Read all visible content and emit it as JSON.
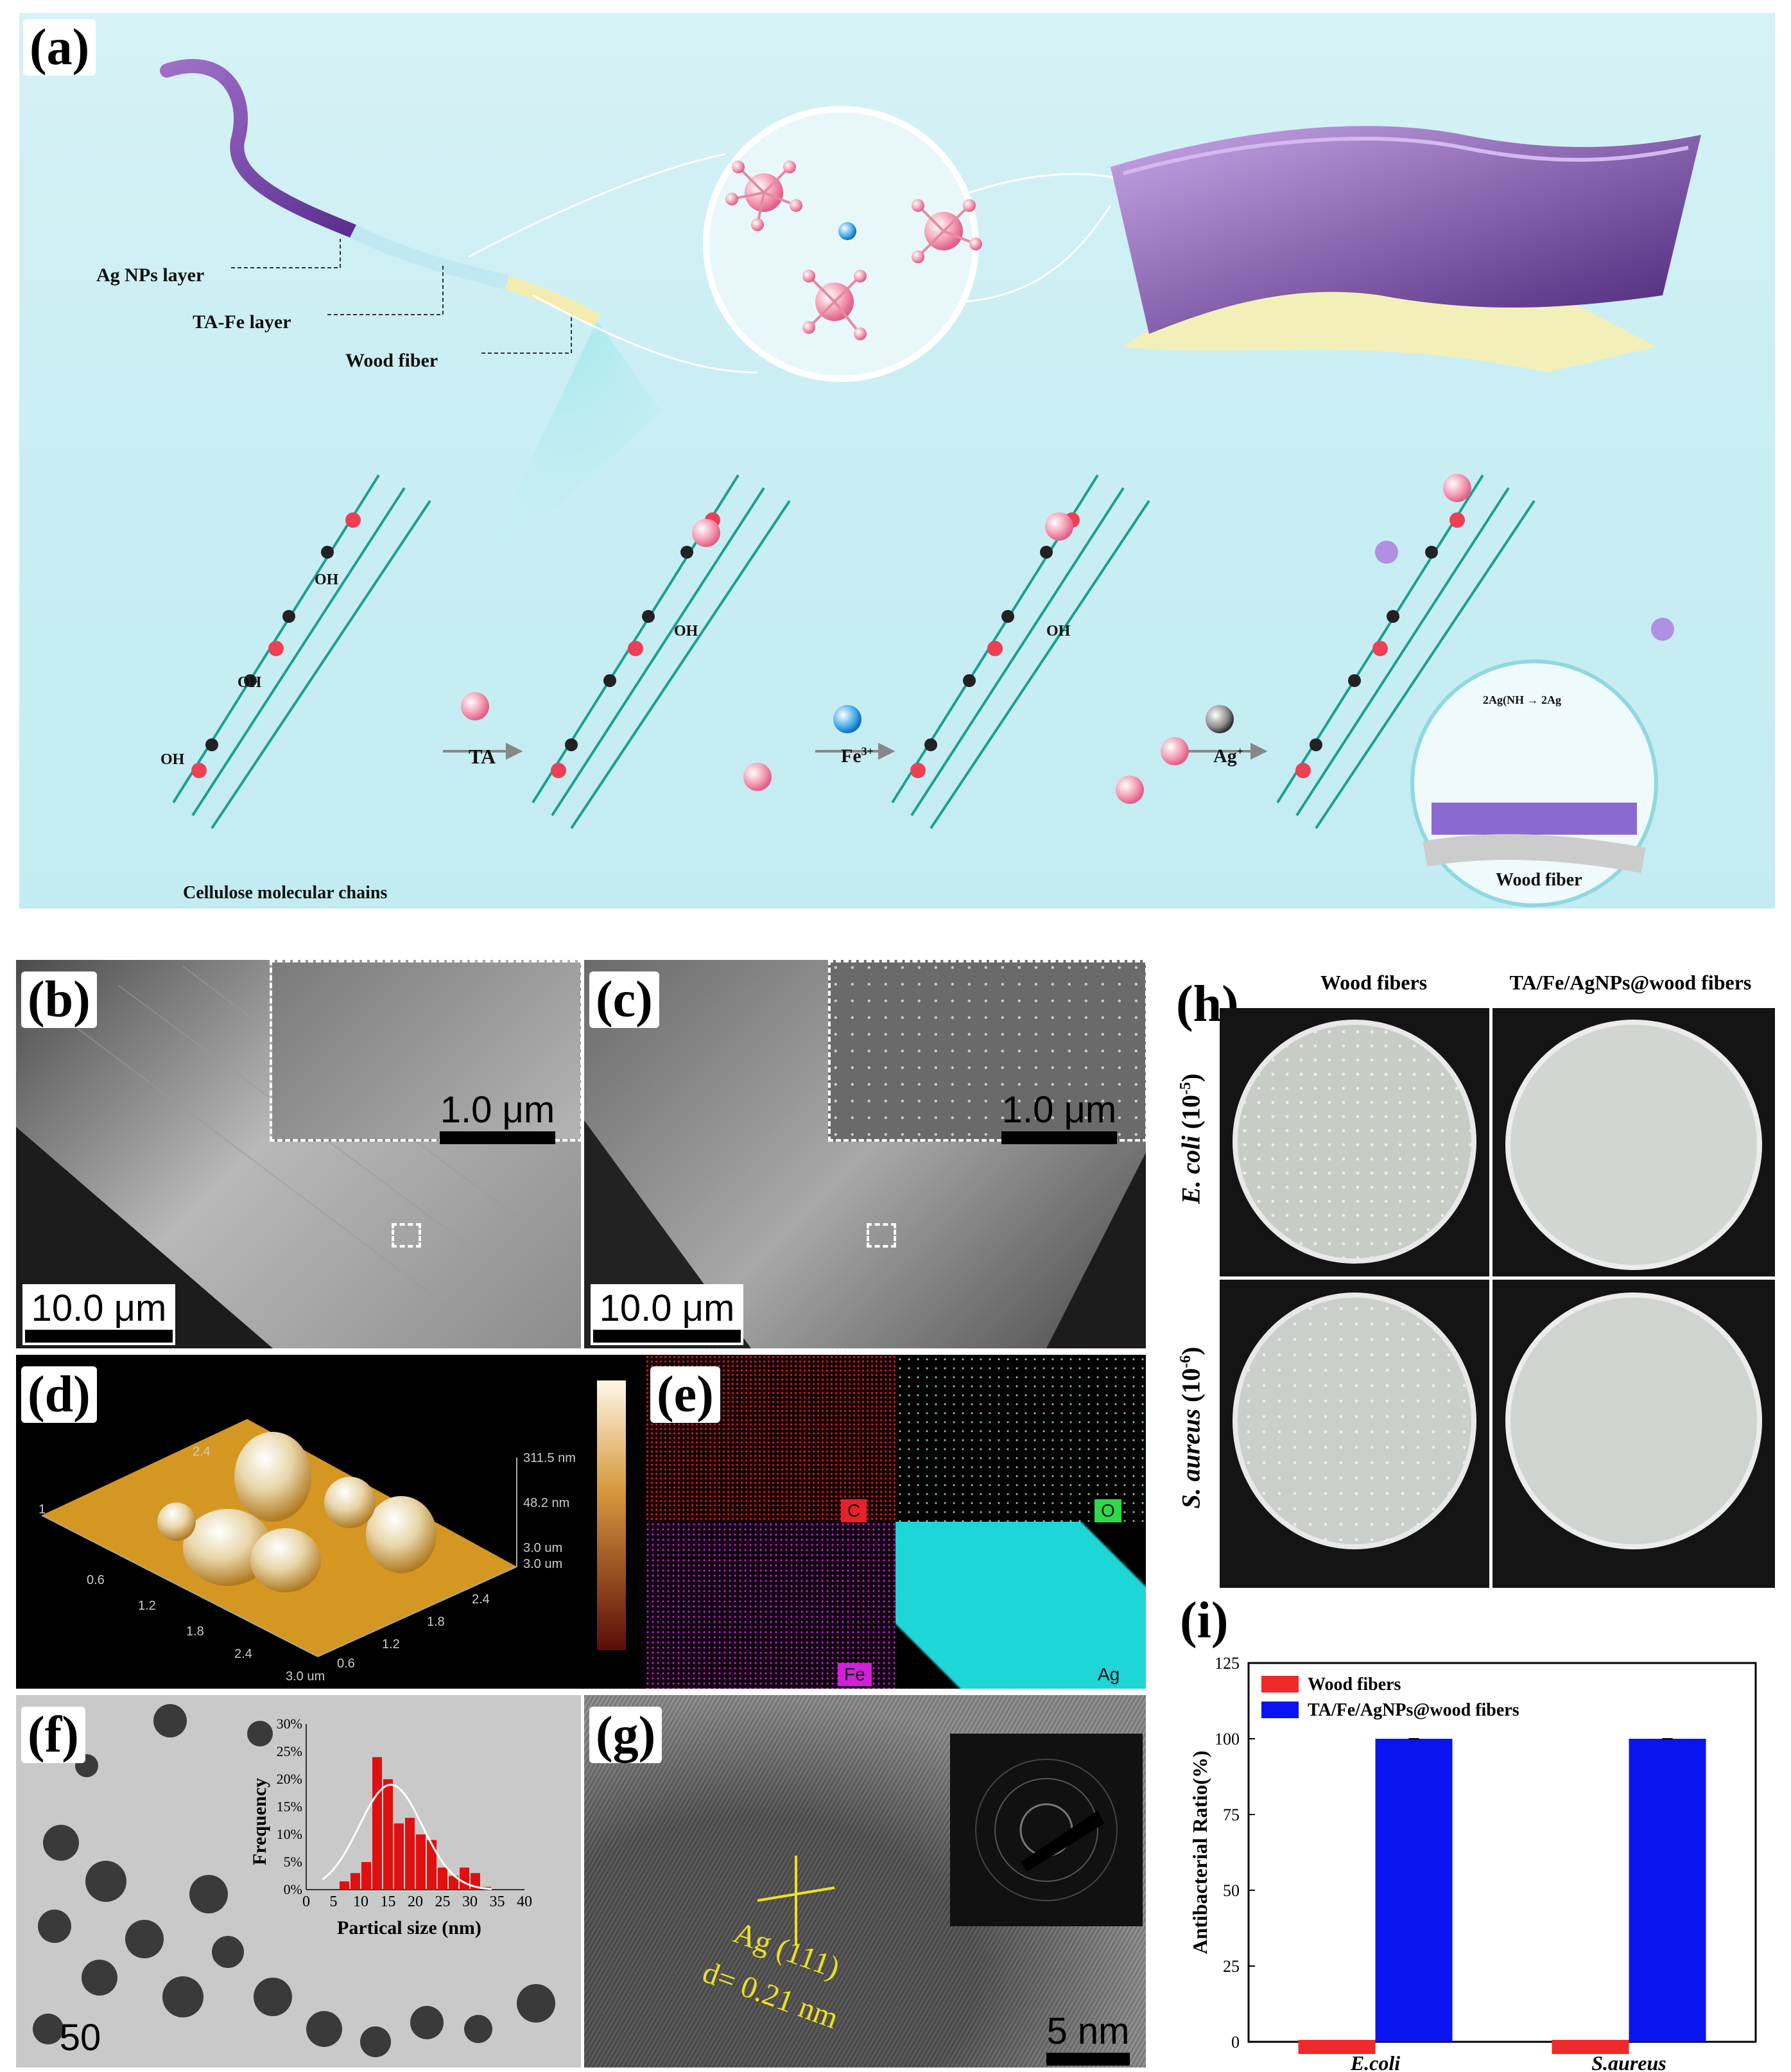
{
  "panels": {
    "a": "(a)",
    "b": "(b)",
    "c": "(c)",
    "d": "(d)",
    "e": "(e)",
    "f": "(f)",
    "g": "(g)",
    "h": "(h)",
    "i": "(i)"
  },
  "panel_a": {
    "layers": [
      "Ag NPs layer",
      "TA-Fe layer",
      "Wood fiber"
    ],
    "cellulose_caption": "Cellulose molecular chains",
    "oh": "OH",
    "step_ta": "TA",
    "step_fe": "Fe",
    "step_fe_sup": "3+",
    "step_ag": "Ag",
    "step_ag_sup": "+",
    "inset_caption": "Wood fiber",
    "reaction_left": "2Ag(NH",
    "reaction_right": "2Ag"
  },
  "panel_b": {
    "inset_scale": "1.0 μm",
    "scale": "10.0 μm"
  },
  "panel_c": {
    "inset_scale": "1.0 μm",
    "scale": "10.0 μm"
  },
  "panel_d": {
    "z_labels": [
      "311.5 nm",
      "48.2 nm",
      "3.0 um",
      "3.0 um"
    ],
    "axis_left": [
      "0.6",
      "1.2",
      "1.8",
      "2.4",
      "3.0 um"
    ],
    "axis_right": [
      "2.4",
      "1.8",
      "1.2",
      "0.6"
    ],
    "back": [
      "2.4",
      "1"
    ]
  },
  "panel_e": {
    "elements": [
      "C",
      "O",
      "Fe",
      "Ag"
    ],
    "colors": [
      "#e8202a",
      "#2fd84a",
      "#d020d8",
      "#1ed6d6"
    ]
  },
  "panel_f": {
    "scale": "50 nm",
    "chart_data": {
      "type": "bar",
      "xlabel": "Partical size (nm)",
      "ylabel": "Frequency",
      "x_ticks": [
        "0",
        "5",
        "10",
        "15",
        "20",
        "25",
        "30",
        "35",
        "40"
      ],
      "y_ticks": [
        "0%",
        "5%",
        "10%",
        "15%",
        "20%",
        "25%",
        "30%"
      ],
      "ylim": [
        0,
        30
      ],
      "xlim": [
        0,
        40
      ],
      "bin_width": 2,
      "bins": [
        7,
        9,
        11,
        13,
        15,
        17,
        19,
        21,
        23,
        25,
        27,
        29,
        31,
        33
      ],
      "values": [
        1.5,
        3,
        5,
        24,
        20,
        12,
        13,
        10,
        9,
        4,
        2.5,
        4,
        3,
        0.5
      ],
      "fit": "gaussian"
    }
  },
  "panel_g": {
    "lattice": "Ag (111)",
    "spacing": "d= 0.21 nm",
    "scale": "5 nm"
  },
  "panel_h": {
    "columns": [
      "Wood fibers",
      "TA/Fe/AgNPs@wood fibers"
    ],
    "rows": [
      {
        "species": "E. coli",
        "dilution": "(10",
        "exp": "-5",
        "close": ")"
      },
      {
        "species": "S. aureus",
        "dilution": "(10",
        "exp": "-6",
        "close": ")"
      }
    ]
  },
  "panel_i": {
    "chart_data": {
      "type": "bar",
      "categories": [
        "E.coli",
        "S.aureus"
      ],
      "series": [
        {
          "name": "Wood fibers",
          "values": [
            0,
            0
          ],
          "color": "#ee2a2a"
        },
        {
          "name": "TA/Fe/AgNPs@wood fibers",
          "values": [
            100,
            100
          ],
          "color": "#0a14f0"
        }
      ],
      "ylabel": "Antibacterial Ratio(%)",
      "y_ticks": [
        "0",
        "25",
        "50",
        "75",
        "100",
        "125"
      ],
      "ylim": [
        0,
        125
      ],
      "legend": "top-left"
    }
  }
}
